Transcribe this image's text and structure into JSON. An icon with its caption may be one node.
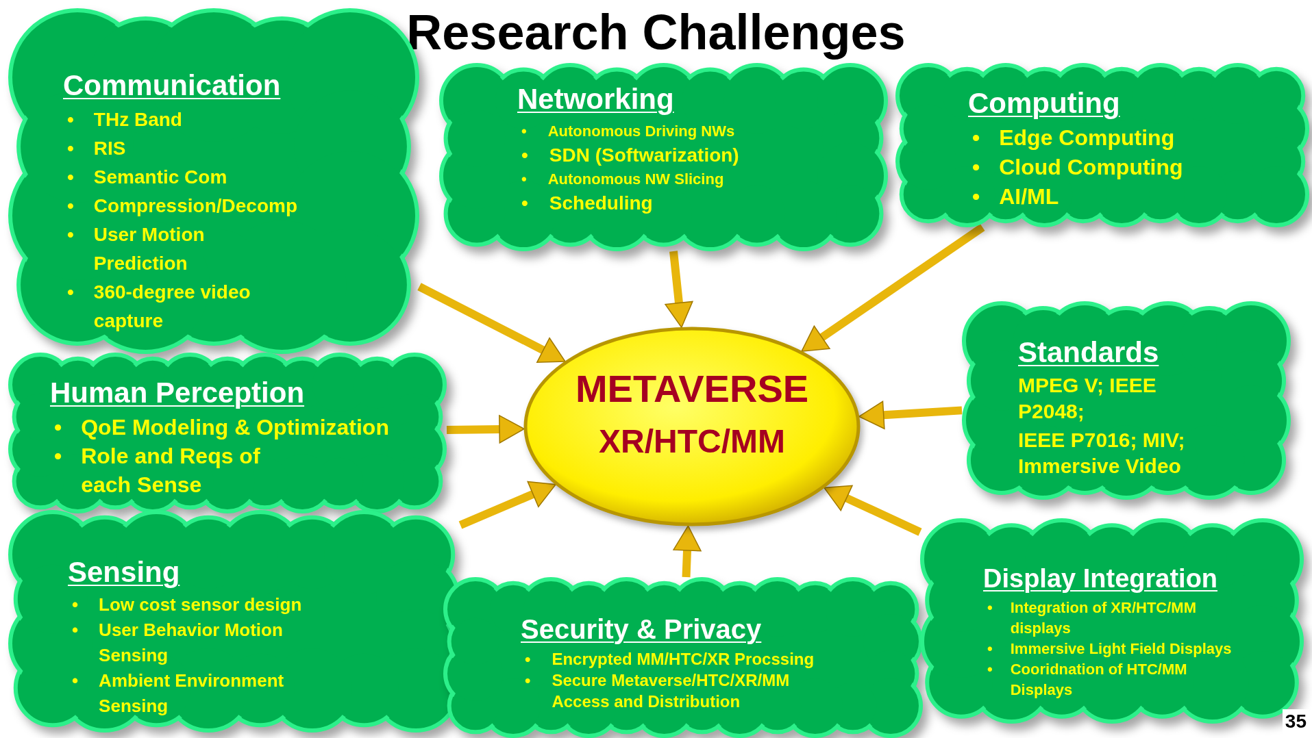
{
  "diagram": {
    "title": "Research Challenges",
    "nodes": [
      {
        "text": [
          "Communication",
          "•",
          "THz Band",
          "•",
          "RIS",
          "•",
          "Semantic Com",
          "•",
          "Compression/Decomp",
          "•",
          "User Motion Prediction",
          "•",
          "360-degree video capture"
        ]
      },
      {
        "text": [
          "Networking",
          "•",
          "Autonomous Driving NWs",
          "•",
          "SDN (Softwarization)",
          "•",
          "Autonomous NW Slicing",
          "•",
          "Scheduling"
        ]
      },
      {
        "text": [
          "Computing",
          "•",
          "Edge Computing",
          "•",
          "Cloud Computing",
          "•",
          "AI/ML"
        ]
      },
      {
        "text": [
          "Human Perception",
          "•",
          "QoE Modeling & Optimization",
          "•",
          "Role and Reqs of each Sense"
        ]
      },
      {
        "text": [
          "METAVERSE",
          "XR/HTC/MM"
        ]
      },
      {
        "text": [
          "Standards",
          "MPEG V; IEEE P2048;",
          "IEEE P7016; MIV; Immersive Video"
        ]
      },
      {
        "text": [
          "Sensing",
          "•",
          "Low cost sensor design",
          "•",
          "User Behavior Motion Sensing",
          "•",
          "Ambient Environment Sensing"
        ]
      },
      {
        "text": [
          "Security & Privacy",
          "•",
          "Encrypted MM/HTC/XR Procssing",
          "•",
          "Secure Metaverse/HTC/XR/MM Access and Distribution"
        ]
      },
      {
        "text": [
          "Display Integration",
          "•",
          "Integration of XR/HTC/MM displays",
          "•",
          "Immersive Light Field Displays",
          "•",
          "Cooridnation of HTC/MM Displays"
        ]
      }
    ],
    "edges": [
      {
        "from": 0,
        "to": 4,
        "arrow": "to"
      },
      {
        "from": 1,
        "to": 4,
        "arrow": "to"
      },
      {
        "from": 2,
        "to": 4,
        "arrow": "to"
      },
      {
        "from": 3,
        "to": 4,
        "arrow": "to"
      },
      {
        "from": 5,
        "to": 4,
        "arrow": "to"
      },
      {
        "from": 6,
        "to": 4,
        "arrow": "to"
      },
      {
        "from": 7,
        "to": 4,
        "arrow": "to"
      },
      {
        "from": 8,
        "to": 4,
        "arrow": "to"
      }
    ],
    "labels": [
      "35"
    ]
  }
}
